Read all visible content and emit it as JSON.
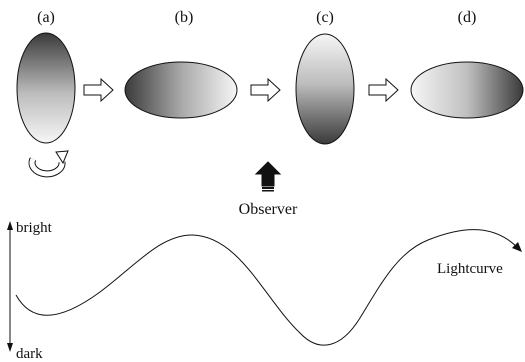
{
  "panels": [
    {
      "label": "(a)"
    },
    {
      "label": "(b)"
    },
    {
      "label": "(c)"
    },
    {
      "label": "(d)"
    }
  ],
  "observer": {
    "label": "Observer"
  },
  "axis": {
    "top_label": "bright",
    "bottom_label": "dark"
  },
  "curve": {
    "label": "Lightcurve"
  },
  "colors": {
    "stroke": "#111111",
    "dark": "#3a3a3a",
    "light": "#f4f4f4"
  },
  "icons": [
    "right-arrow-icon",
    "rotation-arrow-icon",
    "up-arrow-icon"
  ]
}
